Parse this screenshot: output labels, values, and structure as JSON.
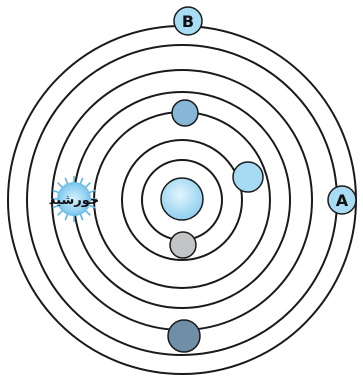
{
  "diagram": {
    "sun_label": "خورشید",
    "label_a": "A",
    "label_b": "B"
  },
  "colors": {
    "orbit_stroke": "#1a1a1a",
    "earth_center": "#a9dcf2",
    "planet_light_blue": "#a6dbf3",
    "planet_mid_blue": "#86b7d6",
    "planet_gray": "#c2c4c5",
    "planet_dark": "#6f8ea8",
    "marker_fill": "#a8dcf4",
    "sun_glow": "#7cc6ee"
  }
}
